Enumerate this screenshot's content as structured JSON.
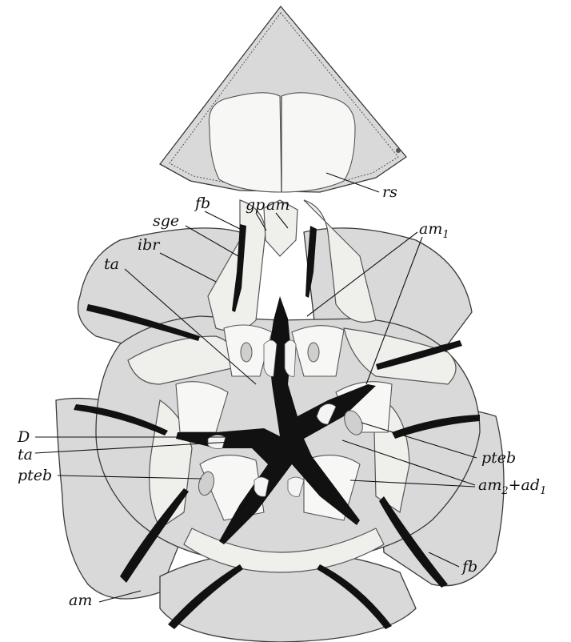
{
  "labels": {
    "rs": "rs",
    "fb_top": "fb",
    "gp": "gp",
    "am_top": "am",
    "sge": "sge",
    "ibr": "ibr",
    "ta_top": "ta",
    "am1": "am",
    "am1_sub": "1",
    "D": "D",
    "ta_left": "ta",
    "pteb_right": "pteb",
    "pteb_left": "pteb",
    "am2": "am",
    "am2_sub": "2",
    "am2_plus": "+ad",
    "ad1_sub": "1",
    "fb_bottom": "fb",
    "am_bottom": "am"
  },
  "colors": {
    "plate": "#d9d9d9",
    "ossicle": "#efefec",
    "furrow": "#111111",
    "ink": "#111111"
  }
}
